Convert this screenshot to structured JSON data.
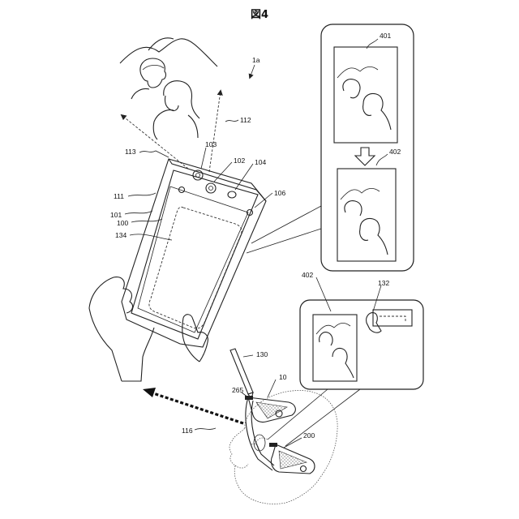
{
  "figure": {
    "title": "図4",
    "labels": {
      "l1a": "1a",
      "l112": "112",
      "l113": "113",
      "l103": "103",
      "l102": "102",
      "l104": "104",
      "l106": "106",
      "l111": "111",
      "l101": "101",
      "l100": "100",
      "l134": "134",
      "l401": "401",
      "l402a": "402",
      "l402b": "402",
      "l132": "132",
      "l130": "130",
      "l10": "10",
      "l265": "265",
      "l116": "116",
      "l200": "200"
    }
  }
}
